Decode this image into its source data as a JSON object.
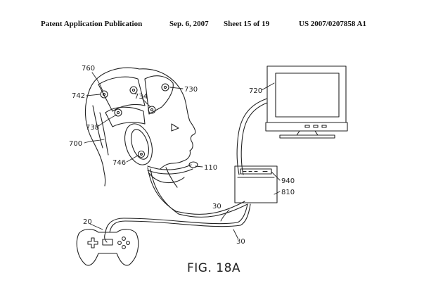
{
  "header": {
    "publication": "Patent Application Publication",
    "date": "Sep. 6, 2007",
    "sheet": "Sheet 15 of 19",
    "number": "US 2007/0207858 A1"
  },
  "figure": {
    "caption": "FIG. 18A",
    "labels": {
      "l760": "760",
      "l742": "742",
      "l734": "734",
      "l730": "730",
      "l738": "738",
      "l700": "700",
      "l746": "746",
      "l110": "110",
      "l720": "720",
      "l940": "940",
      "l810": "810",
      "l20": "20",
      "l30a": "30",
      "l30b": "30"
    }
  },
  "colors": {
    "ink": "#222222",
    "paper": "#ffffff"
  }
}
